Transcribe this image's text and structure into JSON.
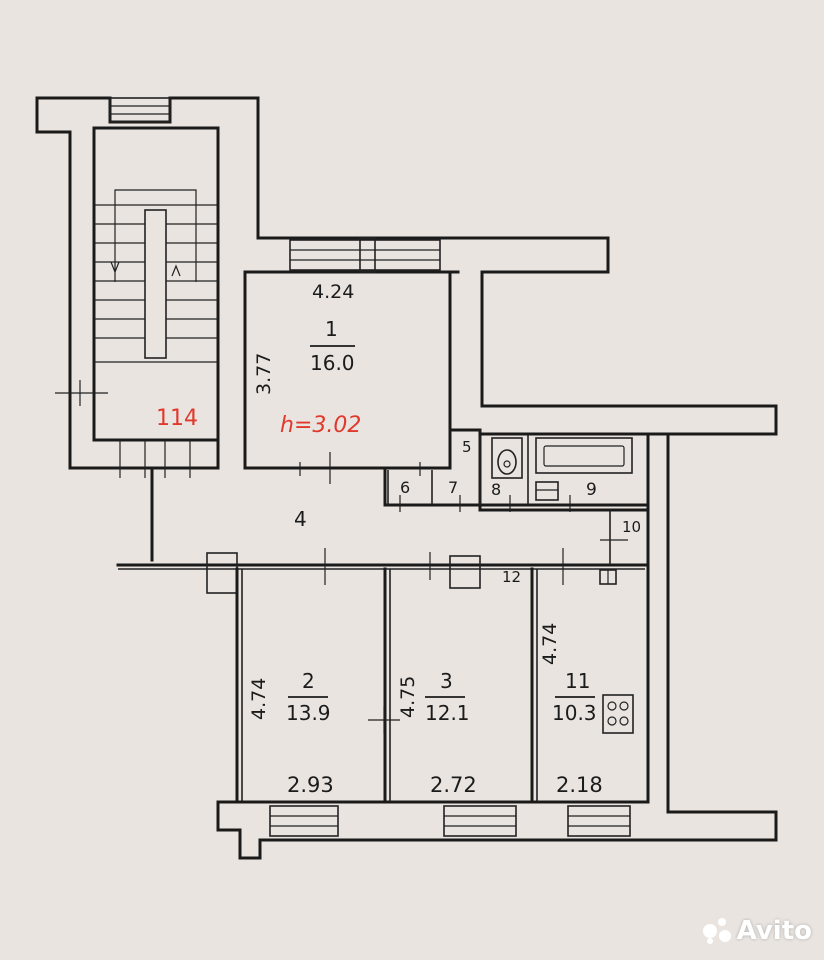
{
  "plan": {
    "stair_number": "114",
    "ceiling_height": "h=3.02",
    "rooms": [
      {
        "id": "room-1",
        "number": "1",
        "area": "16.0",
        "width": "4.24",
        "length": "3.77"
      },
      {
        "id": "room-2",
        "number": "2",
        "area": "13.9",
        "width": "2.93",
        "length": "4.74"
      },
      {
        "id": "room-3",
        "number": "3",
        "area": "12.1",
        "width": "2.72",
        "length": "4.75"
      },
      {
        "id": "room-11",
        "number": "11",
        "area": "10.3",
        "width": "2.18",
        "length": "4.74"
      }
    ],
    "small_rooms": [
      {
        "id": "room-4",
        "number": "4"
      },
      {
        "id": "room-5",
        "number": "5"
      },
      {
        "id": "room-6",
        "number": "6"
      },
      {
        "id": "room-7",
        "number": "7"
      },
      {
        "id": "room-8",
        "number": "8"
      },
      {
        "id": "room-9",
        "number": "9"
      },
      {
        "id": "room-10",
        "number": "10"
      },
      {
        "id": "room-12",
        "number": "12"
      }
    ]
  },
  "watermark": {
    "text": "Avito"
  }
}
